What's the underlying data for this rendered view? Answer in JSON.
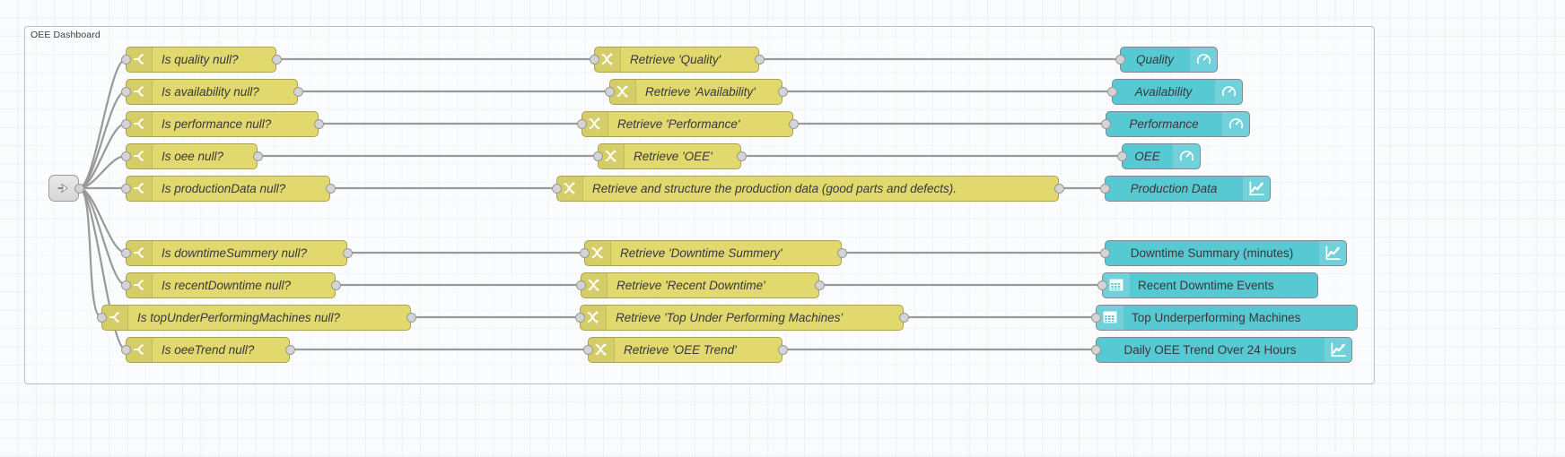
{
  "editor": {
    "group_label": "OEE Dashboard",
    "grid": "on",
    "colors": {
      "node_yellow": "#e2d96e",
      "node_teal": "#56c9d3",
      "wire": "#9a9a9a",
      "port": "#d4d4d4",
      "canvas": "#fafbfc",
      "grid_line": "#eceff3",
      "group_border": "#b9c0c9"
    }
  },
  "entry": {
    "name": "link-in-node",
    "icon": "link-in-icon"
  },
  "switch_nodes": [
    {
      "label": "Is quality null?",
      "icon": "switch-icon"
    },
    {
      "label": "Is availability null?",
      "icon": "switch-icon"
    },
    {
      "label": "Is performance null?",
      "icon": "switch-icon"
    },
    {
      "label": "Is oee null?",
      "icon": "switch-icon"
    },
    {
      "label": "Is productionData null?",
      "icon": "switch-icon"
    },
    {
      "label": "Is downtimeSummery null?",
      "icon": "switch-icon"
    },
    {
      "label": "Is recentDowntime null?",
      "icon": "switch-icon"
    },
    {
      "label": "Is topUnderPerformingMachines null?",
      "icon": "switch-icon"
    },
    {
      "label": "Is oeeTrend null?",
      "icon": "switch-icon"
    }
  ],
  "change_nodes": [
    {
      "label": "Retrieve 'Quality'",
      "icon": "change-icon"
    },
    {
      "label": "Retrieve 'Availability'",
      "icon": "change-icon"
    },
    {
      "label": "Retrieve 'Performance'",
      "icon": "change-icon"
    },
    {
      "label": "Retrieve 'OEE'",
      "icon": "change-icon"
    },
    {
      "label": "Retrieve and structure the production data (good parts and defects).",
      "icon": "change-icon"
    },
    {
      "label": "Retrieve 'Downtime Summery'",
      "icon": "change-icon"
    },
    {
      "label": "Retrieve 'Recent Downtime'",
      "icon": "change-icon"
    },
    {
      "label": "Retrieve 'Top Under Performing Machines'",
      "icon": "change-icon"
    },
    {
      "label": "Retrieve 'OEE Trend'",
      "icon": "change-icon"
    }
  ],
  "dashboard_nodes": [
    {
      "label": "Quality",
      "icon": "gauge-icon",
      "icon_side": "right",
      "italic": true
    },
    {
      "label": "Availability",
      "icon": "gauge-icon",
      "icon_side": "right",
      "italic": true
    },
    {
      "label": "Performance",
      "icon": "gauge-icon",
      "icon_side": "right",
      "italic": true
    },
    {
      "label": "OEE",
      "icon": "gauge-icon",
      "icon_side": "right",
      "italic": true
    },
    {
      "label": "Production Data",
      "icon": "chart-icon",
      "icon_side": "right",
      "italic": true
    },
    {
      "label": "Downtime Summary (minutes)",
      "icon": "chart-icon",
      "icon_side": "right",
      "italic": false
    },
    {
      "label": "Recent Downtime Events",
      "icon": "table-icon",
      "icon_side": "left",
      "italic": false
    },
    {
      "label": "Top Underperforming Machines",
      "icon": "table-icon",
      "icon_side": "left",
      "italic": false
    },
    {
      "label": "Daily OEE Trend Over 24 Hours",
      "icon": "chart-icon",
      "icon_side": "right",
      "italic": false
    }
  ]
}
